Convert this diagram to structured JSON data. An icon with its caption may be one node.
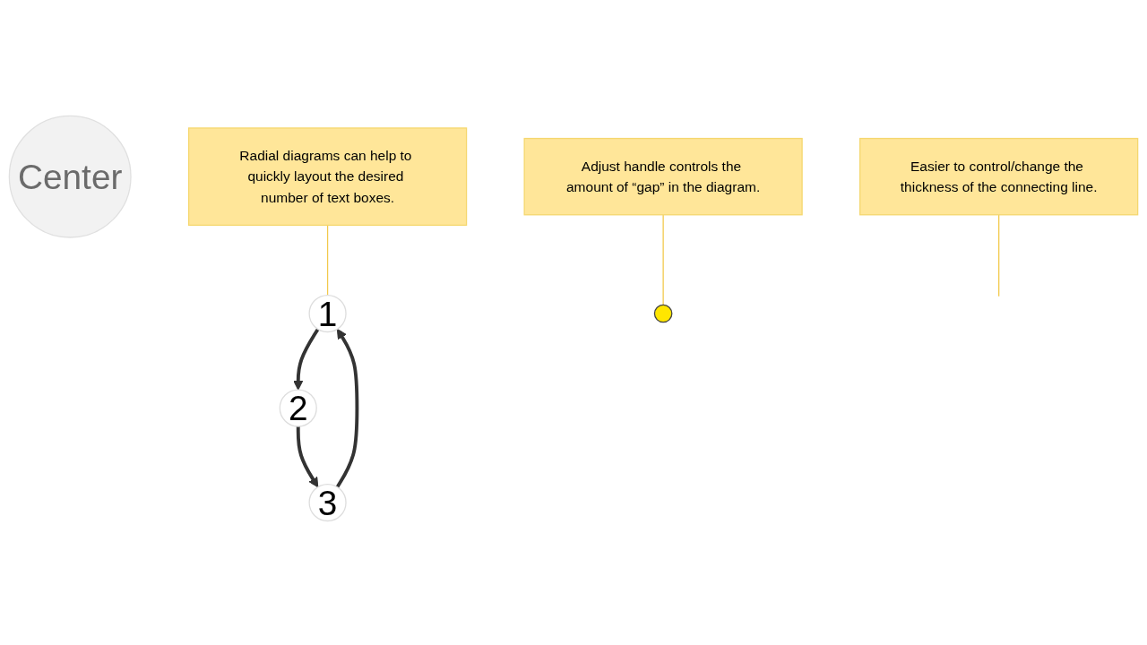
{
  "diagram": {
    "nodes": [
      {
        "text": [
          "Center"
        ]
      },
      {
        "text": [
          "1"
        ]
      },
      {
        "text": [
          "2"
        ]
      },
      {
        "text": [
          "3"
        ]
      },
      {
        "text": [
          "Radial diagrams can help to quickly layout the desired number of text boxes."
        ]
      },
      {
        "text": [],
        "shape": "circle"
      },
      {
        "text": [
          "Adjust handle controls the amount of “gap” in the diagram."
        ]
      },
      {
        "text": [
          "Easier to control/change the thickness of the connecting line."
        ]
      }
    ],
    "edges": [
      {
        "from": 1,
        "to": 2,
        "arrow": "to",
        "style": "thick"
      },
      {
        "from": 2,
        "to": 3,
        "arrow": "to",
        "style": "thick"
      },
      {
        "from": 3,
        "to": 1,
        "arrow": "to",
        "style": "thick"
      },
      {
        "from": 4,
        "to": 1,
        "arrow": "none",
        "color": "#f2c94c"
      },
      {
        "from": 6,
        "to": 5,
        "arrow": "none",
        "color": "#f2c94c"
      },
      {
        "from": 7,
        "to": null,
        "arrow": "none",
        "color": "#f2c94c"
      }
    ]
  }
}
